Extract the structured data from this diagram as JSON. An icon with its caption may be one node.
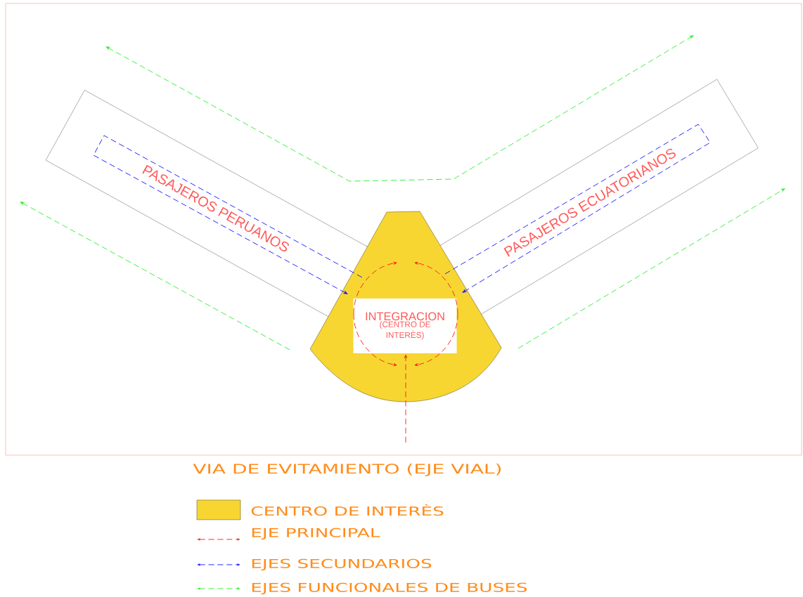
{
  "diagram": {
    "nodes": [
      {
        "text": [
          "PASAJEROS PERUANOS"
        ]
      },
      {
        "text": [
          "PASAJEROS ECUATORIANOS"
        ]
      },
      {
        "text": [],
        "shape": "sector"
      },
      {
        "text": [
          "INTEGRACION",
          "(CENTRO DE INTERÈS)"
        ],
        "in": 2
      }
    ],
    "edges": [
      {
        "from": 0,
        "to": 2,
        "arrow": "to",
        "style": "dashed",
        "color": "#1a1aff"
      },
      {
        "from": 1,
        "to": 2,
        "arrow": "to",
        "style": "dashed",
        "color": "#1a1aff"
      },
      {
        "from": null,
        "to": 3,
        "arrow": "to",
        "style": "dashed",
        "color": "#ff2020"
      }
    ],
    "labels": [
      "VIA DE EVITAMIENTO (EJE VIAL)"
    ],
    "legend": [
      {
        "text": "CENTRO DE INTERÈS",
        "color": "#f7d631"
      },
      {
        "text": "EJE PRINCIPAL"
      },
      {
        "text": "EJES SECUNDARIOS"
      },
      {
        "text": "EJES FUNCIONALES DE BUSES"
      }
    ]
  }
}
